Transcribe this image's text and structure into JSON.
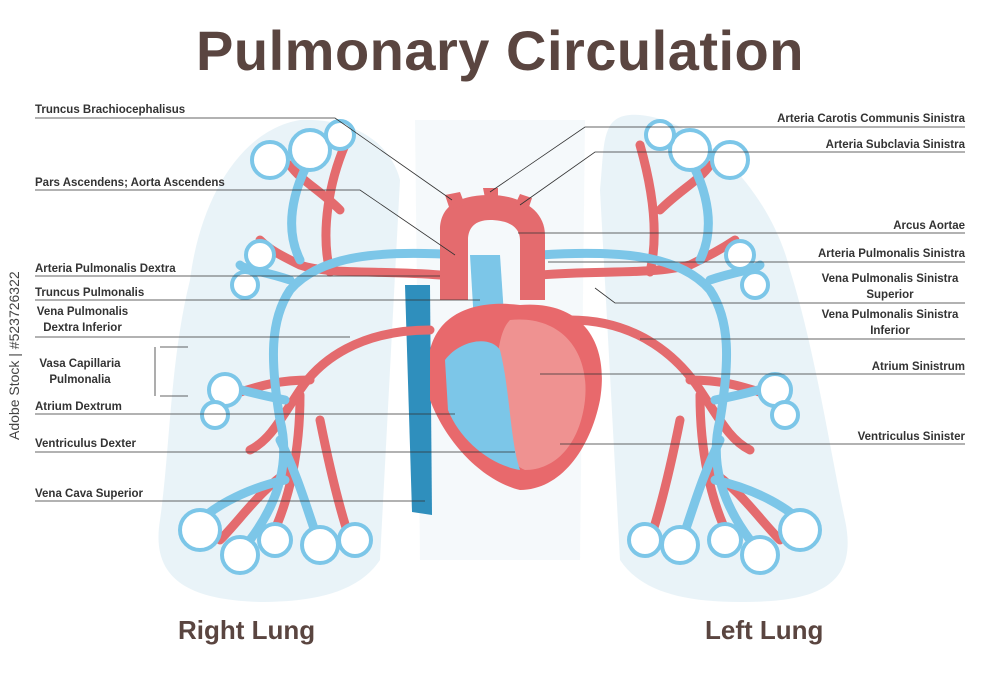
{
  "title": "Pulmonary Circulation",
  "lungs": {
    "right": "Right Lung",
    "left": "Left Lung"
  },
  "labels_left": [
    {
      "id": "truncus-brachiocephalicus",
      "text": "Truncus Brachiocephalisus"
    },
    {
      "id": "pars-ascendens",
      "text": "Pars Ascendens; Aorta Ascendens"
    },
    {
      "id": "arteria-pulmonalis-dextra",
      "text": "Arteria Pulmonalis Dextra"
    },
    {
      "id": "truncus-pulmonalis",
      "text": "Truncus Pulmonalis"
    },
    {
      "id": "vena-pulmonalis-dextra-inferior",
      "line1": "Vena Pulmonalis",
      "line2": "Dextra Inferior"
    },
    {
      "id": "vasa-capillaria",
      "line1": "Vasa Capillaria",
      "line2": "Pulmonalia"
    },
    {
      "id": "atrium-dextrum",
      "text": "Atrium Dextrum"
    },
    {
      "id": "ventriculus-dexter",
      "text": "Ventriculus Dexter"
    },
    {
      "id": "vena-cava-superior",
      "text": "Vena Cava Superior"
    }
  ],
  "labels_right": [
    {
      "id": "arteria-carotis",
      "text": "Arteria Carotis Communis Sinistra"
    },
    {
      "id": "arteria-subclavia",
      "text": "Arteria Subclavia Sinistra"
    },
    {
      "id": "arcus-aortae",
      "text": "Arcus Aortae"
    },
    {
      "id": "arteria-pulmonalis-sinistra",
      "text": "Arteria Pulmonalis Sinistra"
    },
    {
      "id": "vena-pulmonalis-sinistra-superior",
      "line1": "Vena Pulmonalis Sinistra",
      "line2": "Superior"
    },
    {
      "id": "vena-pulmonalis-sinistra-inferior",
      "line1": "Vena Pulmonalis Sinistra",
      "line2": "Inferior"
    },
    {
      "id": "atrium-sinistrum",
      "text": "Atrium Sinistrum"
    },
    {
      "id": "ventriculus-sinister",
      "text": "Ventriculus Sinister"
    }
  ],
  "watermark": "Adobe Stock | #523726322",
  "colors": {
    "title": "#5a4540",
    "artery": "#e46b6e",
    "artery_dark": "#c9474c",
    "vein": "#7cc6e8",
    "vein_dark": "#2f8fbd",
    "lung": "#e4f0f6",
    "heart": "#e8696c",
    "heart_inner": "#f2a4a1"
  }
}
